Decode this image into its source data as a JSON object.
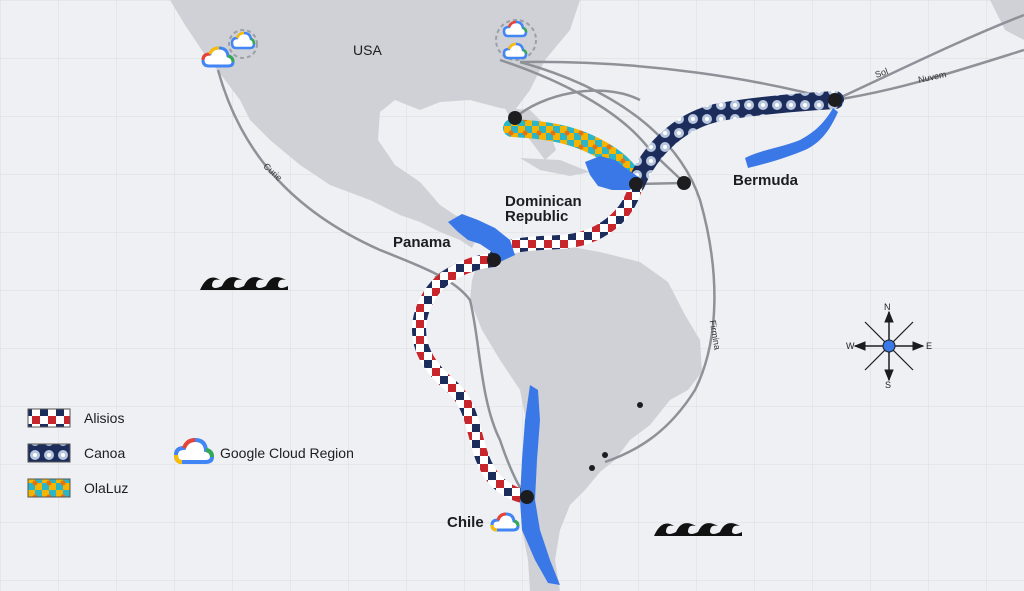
{
  "labels": {
    "usa": "USA",
    "bermuda": "Bermuda",
    "dominican_republic_1": "Dominican",
    "dominican_republic_2": "Republic",
    "panama": "Panama",
    "chile": "Chile"
  },
  "cables": {
    "curie": "Curie",
    "firmina": "Firmina",
    "sol": "Sol",
    "nuvem": "Nuvem"
  },
  "legend": {
    "alisios": "Alisios",
    "canoa": "Canoa",
    "olaluz": "OlaLuz",
    "region": "Google Cloud Region"
  },
  "compass": {
    "n": "N",
    "s": "S",
    "e": "E",
    "w": "W"
  },
  "colors": {
    "land": "#cfd1d6",
    "flag_blue": "#3b78e7",
    "alisios_red": "#c8262d",
    "alisios_navy": "#1c2d5c",
    "olaluz_yellow": "#f5b400",
    "olaluz_teal": "#2ab6c8",
    "cable_grey": "#8e9197"
  }
}
